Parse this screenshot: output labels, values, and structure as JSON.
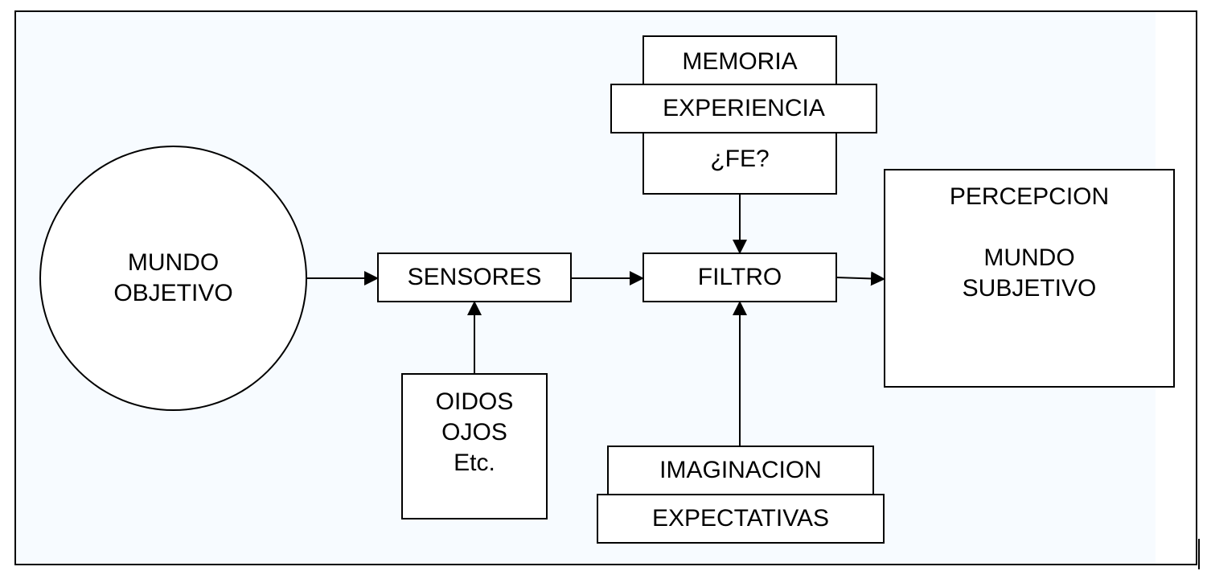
{
  "nodes": {
    "mundo_objetivo": "MUNDO\nOBJETIVO",
    "sensores": "SENSORES",
    "filtro": "FILTRO",
    "memoria": "MEMORIA",
    "experiencia": "EXPERIENCIA",
    "fe": "¿FE?",
    "oidos": "OIDOS\nOJOS\nEtc.",
    "imaginacion": "IMAGINACION",
    "expectativas": "EXPECTATIVAS",
    "percepcion": "PERCEPCION\n\nMUNDO\nSUBJETIVO"
  },
  "colors": {
    "line": "#000000",
    "background": "#f7fbff",
    "box_fill": "#ffffff"
  }
}
